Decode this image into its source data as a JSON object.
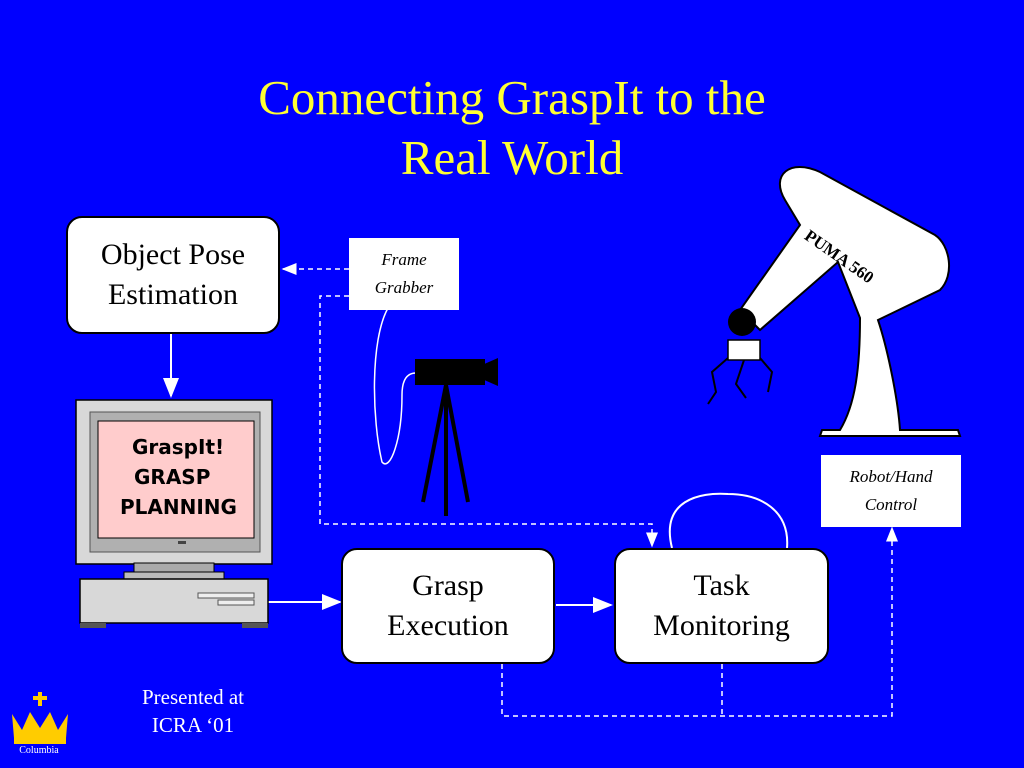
{
  "title_line1": "Connecting GraspIt to the",
  "title_line2": "Real World",
  "boxes": {
    "pose_line1": "Object Pose",
    "pose_line2": "Estimation",
    "grasp_line1": "Grasp",
    "grasp_line2": "Execution",
    "task_line1": "Task",
    "task_line2": "Monitoring"
  },
  "labels": {
    "frame_line1": "Frame",
    "frame_line2": "Grabber",
    "robot_line1": "Robot/Hand",
    "robot_line2": "Control",
    "puma": "PUMA 560"
  },
  "screen": {
    "line1": "GraspIt!",
    "line2": "GRASP",
    "line3": "PLANNING"
  },
  "footer": {
    "presented_line1": "Presented at",
    "presented_line2": "ICRA ‘01",
    "logo_text": "Columbia"
  },
  "colors": {
    "background": "#0000ff",
    "title": "#ffff33"
  }
}
